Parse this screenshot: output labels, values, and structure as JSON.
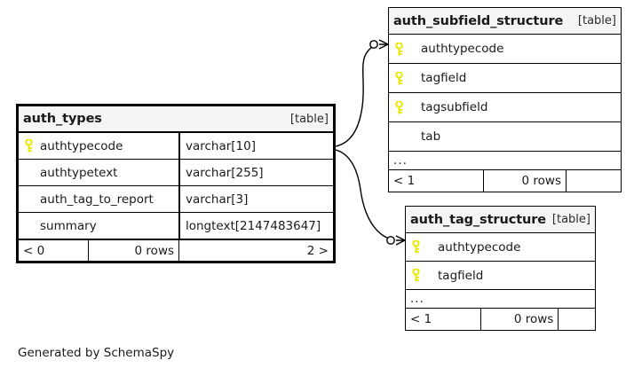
{
  "diagram": {
    "kind_label": "[table]",
    "footnote": "Generated by SchemaSpy",
    "key_icon": "primary-key-icon",
    "ellipsis": "...",
    "colors": {
      "key": "#e8e800",
      "header_bg": "#f5f5f5",
      "border": "#000000",
      "text": "#1a1a1a",
      "canvas": "#ffffff"
    }
  },
  "tables": {
    "auth_types": {
      "name": "auth_types",
      "kind": "[table]",
      "columns": [
        {
          "name": "authtypecode",
          "type": "varchar[10]",
          "pk": true
        },
        {
          "name": "authtypetext",
          "type": "varchar[255]",
          "pk": false
        },
        {
          "name": "auth_tag_to_report",
          "type": "varchar[3]",
          "pk": false
        },
        {
          "name": "summary",
          "type": "longtext[2147483647]",
          "pk": false
        }
      ],
      "footer": {
        "parents": "< 0",
        "rows": "0 rows",
        "children": "2 >"
      }
    },
    "auth_subfield_structure": {
      "name": "auth_subfield_structure",
      "kind": "[table]",
      "columns": [
        {
          "name": "authtypecode",
          "pk": true
        },
        {
          "name": "tagfield",
          "pk": true
        },
        {
          "name": "tagsubfield",
          "pk": true
        },
        {
          "name": "tab",
          "pk": false
        }
      ],
      "more": "...",
      "footer": {
        "parents": "< 1",
        "rows": "0 rows",
        "children": ""
      }
    },
    "auth_tag_structure": {
      "name": "auth_tag_structure",
      "kind": "[table]",
      "columns": [
        {
          "name": "authtypecode",
          "pk": true
        },
        {
          "name": "tagfield",
          "pk": true
        }
      ],
      "more": "...",
      "footer": {
        "parents": "< 1",
        "rows": "0 rows",
        "children": ""
      }
    }
  },
  "relationships": [
    {
      "name": "auth_types-to-auth_subfield_structure",
      "from": "auth_types.authtypecode",
      "to": "auth_subfield_structure.authtypecode",
      "from_cardinality": "one",
      "to_cardinality": "zero-or-many"
    },
    {
      "name": "auth_types-to-auth_tag_structure",
      "from": "auth_types.authtypecode",
      "to": "auth_tag_structure.authtypecode",
      "from_cardinality": "one",
      "to_cardinality": "zero-or-many"
    }
  ]
}
